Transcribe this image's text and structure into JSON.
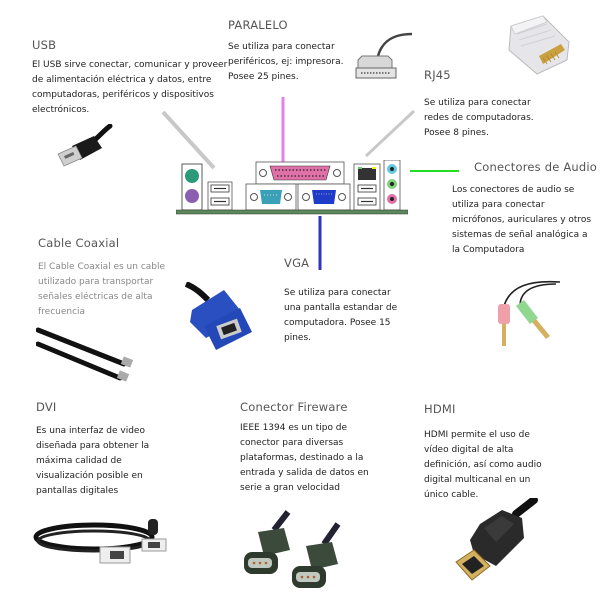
{
  "sections": {
    "usb": {
      "title": "USB",
      "description": "El USB sirve conectar, comunicar y proveer de alimentación eléctrica y datos, entre computadoras, periféricos y dispositivos electrónicos.",
      "icon": "usb-cable-icon"
    },
    "paralelo": {
      "title": "PARALELO",
      "description": "Se utiliza para conectar periféricos, ej: impresora. Posee 25 pines.",
      "icon": "parallel-cable-icon",
      "line_color": "#e87ee8"
    },
    "rj45": {
      "title": "RJ45",
      "description": "Se utiliza para conectar redes de computadoras. Posee 8 pines.",
      "icon": "rj45-plug-icon"
    },
    "audio": {
      "title": "Conectores de Audio",
      "description": "Los conectores de audio se utiliza para conectar micrófonos, auriculares y otros sistemas de señal analógica a la Computadora",
      "icon": "audio-jack-icon",
      "line_color": "#22dd22"
    },
    "coaxial": {
      "title": "Cable Coaxial",
      "description": "El Cable Coaxial es un cable utilizado para transportar señales eléctricas de alta frecuencia",
      "icon": "coaxial-cable-icon"
    },
    "vga": {
      "title": "VGA",
      "description": "Se utiliza para conectar una pantalla estandar de computadora. Posee 15 pines.",
      "icon": "vga-cable-icon",
      "line_color": "#3333bb"
    },
    "dvi": {
      "title": "DVI",
      "description": "Es una interfaz de video diseñada para obtener la máxima calidad de visualización posible en pantallas digitales",
      "icon": "dvi-cable-icon"
    },
    "firewire": {
      "title": "Conector Fireware",
      "description": "IEEE 1394 es un tipo de conector  para diversas plataformas, destinado a la entrada y salida de datos en serie a gran velocidad",
      "icon": "firewire-cable-icon"
    },
    "hdmi": {
      "title": "HDMI",
      "description": "HDMI permite el uso de vídeo digital de alta definición, así como audio digital multicanal en un único cable.",
      "icon": "hdmi-cable-icon"
    }
  },
  "backpanel": {
    "label": "motherboard-back-panel",
    "colors": {
      "ps2_keyboard": "#8a5fb0",
      "ps2_mouse": "#2a9a7a",
      "parallel": "#e070a8",
      "serial": "#3aa0b8",
      "vga": "#1e3cc8",
      "audio_line_in": "#66c8e0",
      "audio_line_out": "#7fd07f",
      "audio_mic": "#e070a8",
      "board": "#5a8a5a"
    }
  }
}
